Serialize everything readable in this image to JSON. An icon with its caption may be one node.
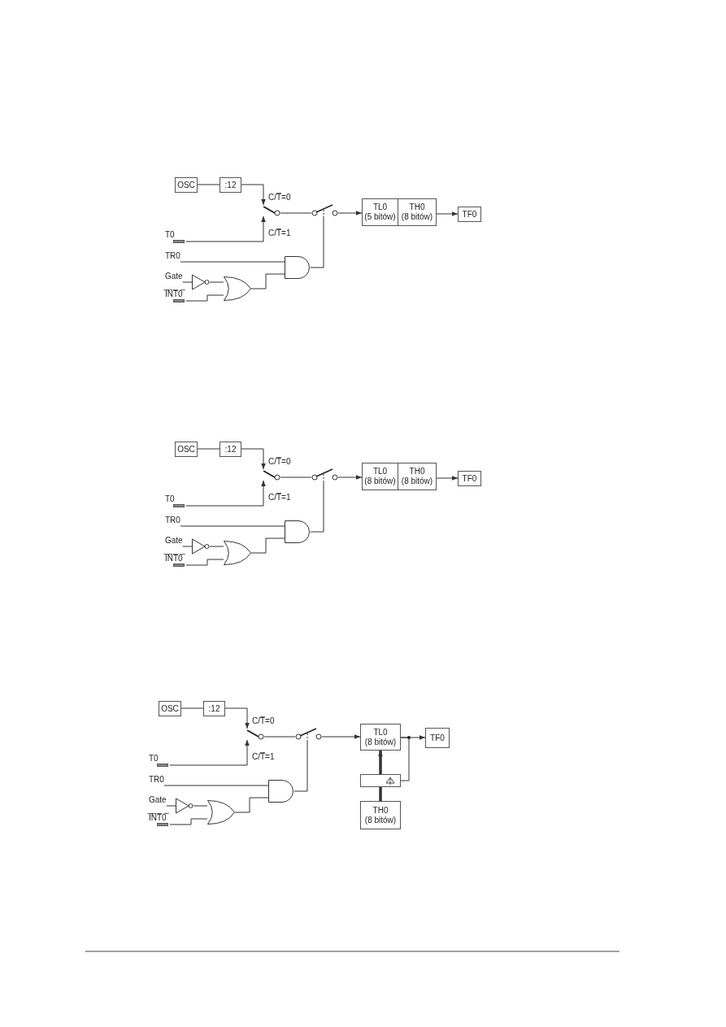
{
  "diagram": {
    "nodes": [
      {
        "text": [
          "OSC"
        ]
      },
      {
        "text": [
          ":12"
        ]
      },
      {
        "text": [],
        "shape": "switch",
        "beside": [
          "C/T̅=0",
          "C/T̅=1"
        ]
      },
      {
        "text": [
          "T0"
        ]
      },
      {
        "text": [],
        "shape": "switch"
      },
      {
        "text": [
          "TL0",
          "(5 bitów)"
        ]
      },
      {
        "text": [
          "TH0",
          "(8 bitów)"
        ]
      },
      {
        "text": [
          "TF0"
        ]
      },
      {
        "text": [
          "TR0"
        ]
      },
      {
        "text": [
          "Gate"
        ]
      },
      {
        "text": [],
        "shape": "triangle"
      },
      {
        "text": [],
        "shape": "gate"
      },
      {
        "text": [
          "I̅N̅T̅0̅"
        ]
      },
      {
        "text": [],
        "shape": "gate"
      },
      {
        "text": [
          "OSC"
        ]
      },
      {
        "text": [
          ":12"
        ]
      },
      {
        "text": [],
        "shape": "switch",
        "beside": [
          "C/T̅=0",
          "C/T̅=1"
        ]
      },
      {
        "text": [
          "T0"
        ]
      },
      {
        "text": [],
        "shape": "switch"
      },
      {
        "text": [
          "TL0",
          "(8 bitów)"
        ]
      },
      {
        "text": [
          "TH0",
          "(8 bitów)"
        ]
      },
      {
        "text": [
          "TF0"
        ]
      },
      {
        "text": [
          "TR0"
        ]
      },
      {
        "text": [
          "Gate"
        ]
      },
      {
        "text": [],
        "shape": "triangle"
      },
      {
        "text": [],
        "shape": "gate"
      },
      {
        "text": [
          "I̅N̅T̅0̅"
        ]
      },
      {
        "text": [],
        "shape": "gate"
      },
      {
        "text": [
          "OSC"
        ]
      },
      {
        "text": [
          ":12"
        ]
      },
      {
        "text": [],
        "shape": "switch",
        "beside": [
          "C/T̅=0",
          "C/T̅=1"
        ]
      },
      {
        "text": [
          "T0"
        ]
      },
      {
        "text": [],
        "shape": "switch"
      },
      {
        "text": [
          "TL0",
          "(8 bitów)"
        ]
      },
      {
        "text": [
          "TF0"
        ]
      },
      {
        "text": [],
        "shape": "box"
      },
      {
        "text": [
          "TH0",
          "(8 bitów)"
        ]
      },
      {
        "text": [
          "TR0"
        ]
      },
      {
        "text": [
          "Gate"
        ]
      },
      {
        "text": [],
        "shape": "triangle"
      },
      {
        "text": [],
        "shape": "gate"
      },
      {
        "text": [
          "I̅N̅T̅0̅"
        ]
      },
      {
        "text": [],
        "shape": "gate"
      }
    ],
    "edges": [
      {
        "from": 0,
        "to": 1,
        "arrow": "none"
      },
      {
        "from": 1,
        "to": 2,
        "arrow": "to"
      },
      {
        "from": 3,
        "to": 2,
        "arrow": "to"
      },
      {
        "from": 2,
        "to": 4,
        "arrow": "none"
      },
      {
        "from": 4,
        "to": 5,
        "arrow": "to"
      },
      {
        "from": 6,
        "to": 7,
        "arrow": "to"
      },
      {
        "from": 8,
        "to": 13,
        "arrow": "none"
      },
      {
        "from": 9,
        "to": 10,
        "arrow": "none"
      },
      {
        "from": 10,
        "to": 11,
        "arrow": "none"
      },
      {
        "from": 12,
        "to": 11,
        "arrow": "none"
      },
      {
        "from": 11,
        "to": 13,
        "arrow": "none"
      },
      {
        "from": 13,
        "to": 4,
        "arrow": "none"
      },
      {
        "from": 14,
        "to": 15,
        "arrow": "none"
      },
      {
        "from": 15,
        "to": 16,
        "arrow": "to"
      },
      {
        "from": 17,
        "to": 16,
        "arrow": "to"
      },
      {
        "from": 16,
        "to": 18,
        "arrow": "none"
      },
      {
        "from": 18,
        "to": 19,
        "arrow": "to"
      },
      {
        "from": 20,
        "to": 21,
        "arrow": "to"
      },
      {
        "from": 22,
        "to": 27,
        "arrow": "none"
      },
      {
        "from": 23,
        "to": 24,
        "arrow": "none"
      },
      {
        "from": 24,
        "to": 25,
        "arrow": "none"
      },
      {
        "from": 26,
        "to": 25,
        "arrow": "none"
      },
      {
        "from": 25,
        "to": 27,
        "arrow": "none"
      },
      {
        "from": 27,
        "to": 18,
        "arrow": "none"
      },
      {
        "from": 28,
        "to": 29,
        "arrow": "none"
      },
      {
        "from": 29,
        "to": 30,
        "arrow": "to"
      },
      {
        "from": 31,
        "to": 30,
        "arrow": "to"
      },
      {
        "from": 30,
        "to": 32,
        "arrow": "none"
      },
      {
        "from": 32,
        "to": 33,
        "arrow": "to"
      },
      {
        "from": 33,
        "to": 34,
        "arrow": "to"
      },
      {
        "from": 33,
        "to": 35,
        "arrow": "none"
      },
      {
        "from": 36,
        "to": 35,
        "arrow": "none",
        "style": "thick"
      },
      {
        "from": 35,
        "to": 33,
        "arrow": "to",
        "style": "thick"
      },
      {
        "from": 37,
        "to": 42,
        "arrow": "none"
      },
      {
        "from": 38,
        "to": 39,
        "arrow": "none"
      },
      {
        "from": 39,
        "to": 40,
        "arrow": "none"
      },
      {
        "from": 41,
        "to": 40,
        "arrow": "none"
      },
      {
        "from": 40,
        "to": 42,
        "arrow": "none"
      },
      {
        "from": 42,
        "to": 32,
        "arrow": "none"
      }
    ]
  }
}
